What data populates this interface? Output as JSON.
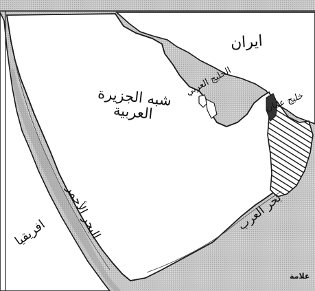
{
  "map": {
    "labels": {
      "iran": "ايران",
      "arabian_peninsula": "شبه الجزيرة العربية",
      "arabian_gulf": "الخليج العربي",
      "gulf_of_oman": "خليج عمان",
      "arabian_sea": "بحر العرب",
      "red_sea": "البحر الأحمر",
      "africa": "افريقيا",
      "key": "علامة"
    },
    "colors": {
      "land": "#ffffff",
      "sea": "#c9c9c9",
      "outline": "#1a1a1a",
      "hatch": "#222222"
    },
    "highlighted_region": "Oman (hatched)"
  }
}
